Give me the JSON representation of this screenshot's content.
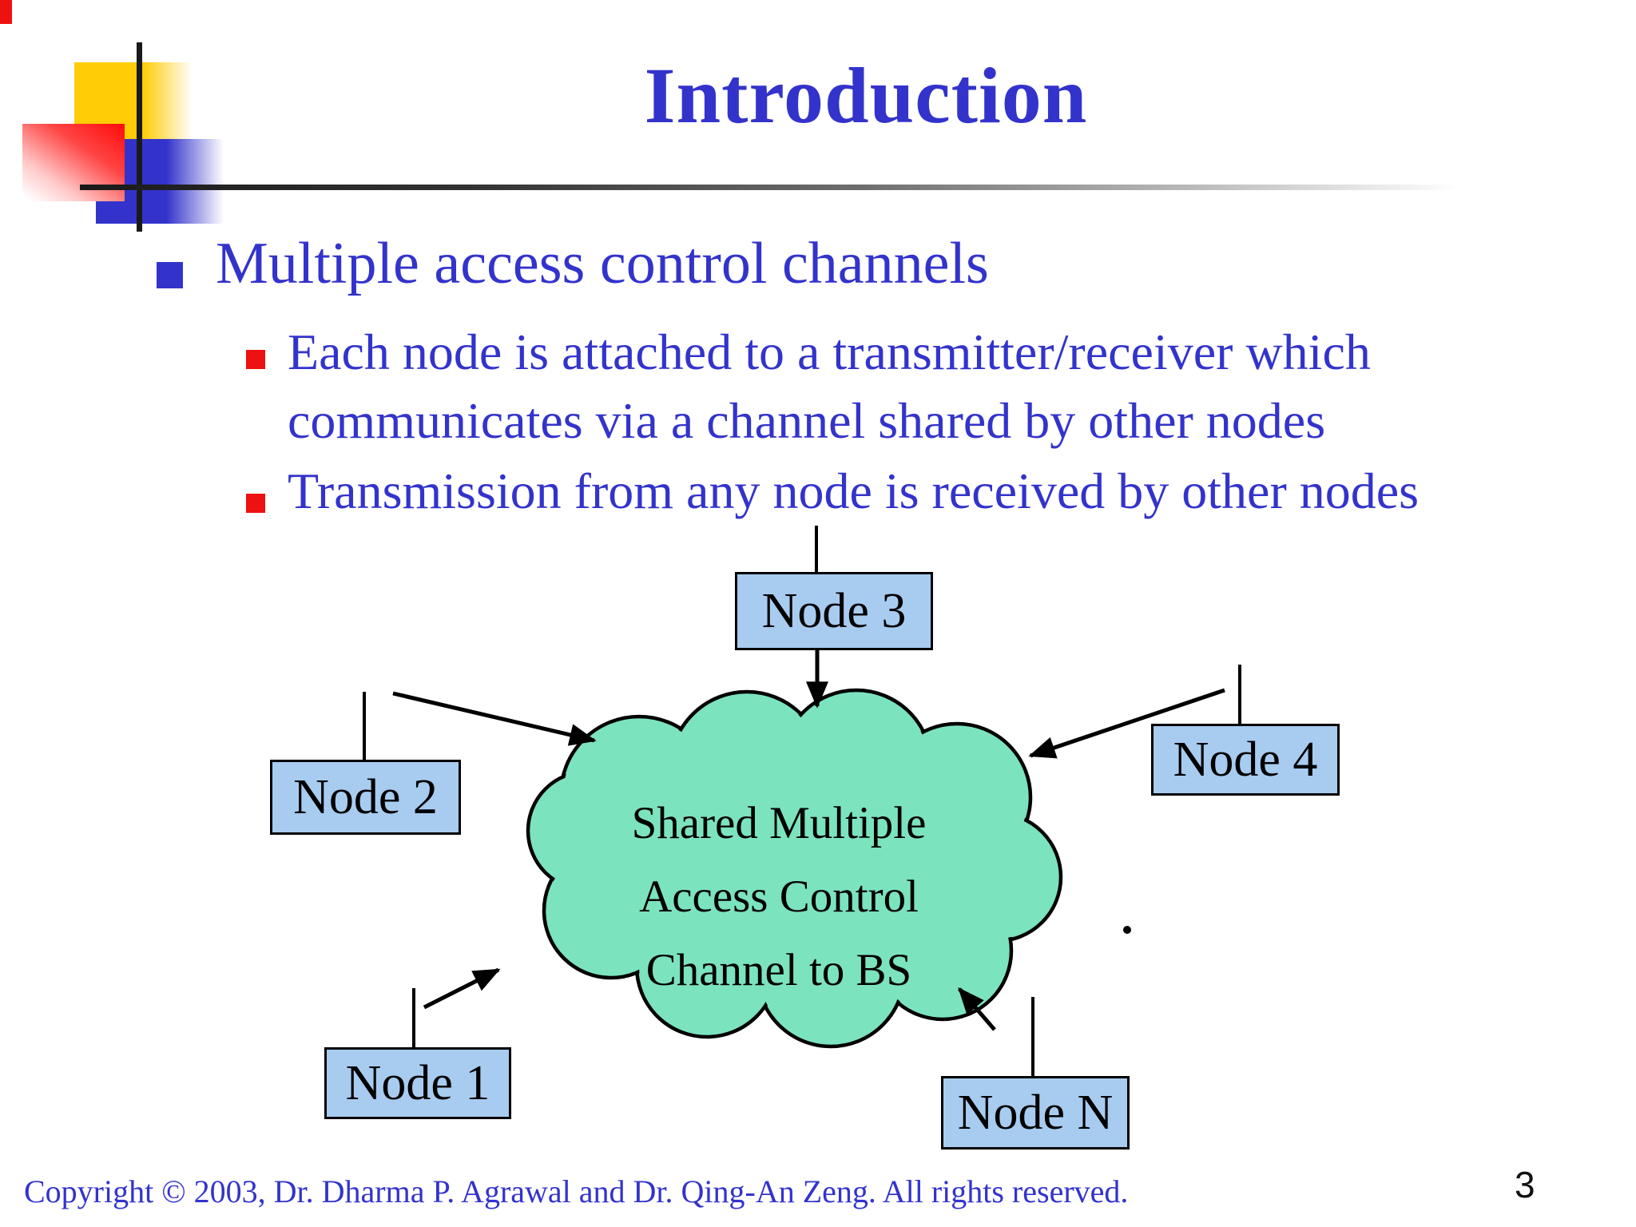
{
  "slide": {
    "title": "Introduction",
    "bullets": {
      "level1": "Multiple access control channels",
      "sub1_line1": "Each node is attached to a transmitter/receiver which",
      "sub1_line2": "communicates via a channel shared by other nodes",
      "sub2": "Transmission from any node is received by other nodes"
    },
    "diagram": {
      "cloud_line1": "Shared Multiple",
      "cloud_line2": "Access Control",
      "cloud_line3": "Channel to BS",
      "nodes": {
        "node1": "Node 1",
        "node2": "Node 2",
        "node3": "Node 3",
        "node4": "Node 4",
        "nodeN": "Node N"
      }
    },
    "footer": "Copyright © 2003, Dr. Dharma P. Agrawal and Dr. Qing-An Zeng. All rights reserved.",
    "page_number": "3",
    "colors": {
      "text_blue": "#3333cc",
      "bullet_red": "#ee1111",
      "deco_yellow": "#ffcc05",
      "deco_blue": "#3333cc",
      "node_fill": "#a8ccf0",
      "cloud_fill": "#7ce3bf",
      "line_dark": "#1a1a1a"
    }
  }
}
